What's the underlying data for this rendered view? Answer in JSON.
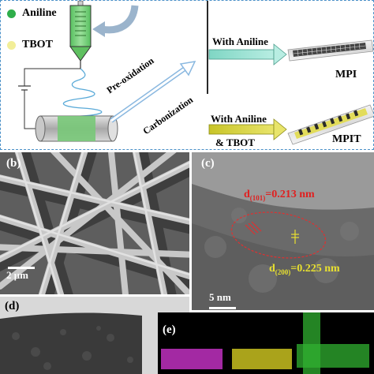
{
  "panel_a": {
    "legend": [
      {
        "label": "Aniline",
        "color": "#2fae4a"
      },
      {
        "label": "TBOT",
        "color": "#f2ee98"
      }
    ],
    "arrow_labels": [
      "Pre-oxidation",
      "Carbonization"
    ],
    "routes": [
      {
        "condition_lines": [
          "With Aniline"
        ],
        "product": "MPI"
      },
      {
        "condition_lines": [
          "With Aniline",
          "& TBOT"
        ],
        "product": "MPIT"
      }
    ]
  },
  "panel_b": {
    "label": "(b)",
    "scale_bar": "2 μm"
  },
  "panel_c": {
    "label": "(c)",
    "annotation_1": {
      "prefix": "d",
      "sub": "(101)",
      "value": "=0.213 nm"
    },
    "annotation_2": {
      "prefix": "d",
      "sub": "(200)",
      "value": "=0.225 nm"
    },
    "scale_bar": "5 nm"
  },
  "panel_d": {
    "label": "(d)"
  },
  "panel_e": {
    "label": "(e)",
    "map_colors": [
      "#c030c0",
      "#c8c020",
      "#30b030"
    ]
  }
}
